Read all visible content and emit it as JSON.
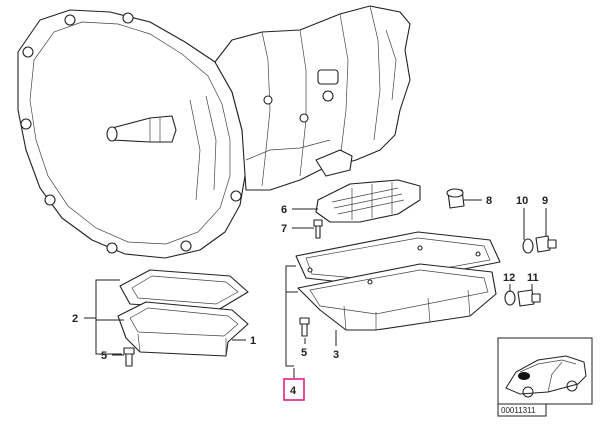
{
  "diagram": {
    "part_labels": {
      "p1": "1",
      "p2": "2",
      "p3": "3",
      "p4": "4",
      "p5a": "5",
      "p5b": "5",
      "p6": "6",
      "p7": "7",
      "p8": "8",
      "p9": "9",
      "p10": "10",
      "p11": "11",
      "p12": "12"
    },
    "highlighted_label": "p4",
    "thumbnail_caption": "00011311",
    "highlight_color": "#e0218a",
    "line_color": "#222222"
  }
}
